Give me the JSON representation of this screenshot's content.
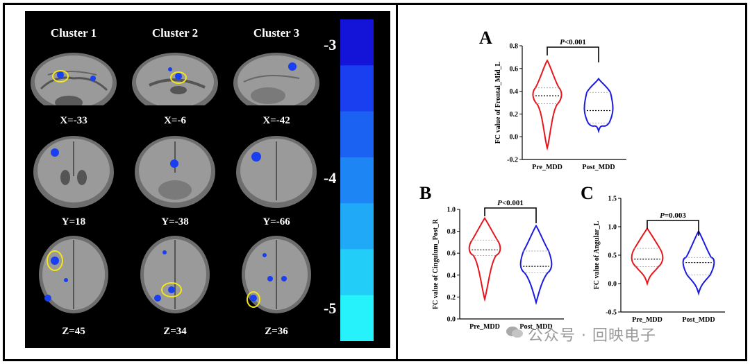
{
  "left_panel": {
    "clusters": [
      "Cluster 1",
      "Cluster 2",
      "Cluster 3"
    ],
    "coords_row1": [
      "X=-33",
      "X=-6",
      "X=-42"
    ],
    "coords_row2": [
      "Y=18",
      "Y=-38",
      "Y=-66"
    ],
    "coords_row3": [
      "Z=45",
      "Z=34",
      "Z=36"
    ],
    "colorbar_labels": [
      "-3",
      "-4",
      "-5"
    ],
    "colorbar_colors": [
      "#1414d8",
      "#1a3ff0",
      "#1c62f2",
      "#1e86f4",
      "#20a9f6",
      "#22cdf8",
      "#26f2fb"
    ]
  },
  "chart_data": [
    {
      "type": "violin",
      "panel": "A",
      "categories": [
        "Pre_MDD",
        "Post_MDD"
      ],
      "ylabel": "FC value of Frontal_Mid_L",
      "ylim": [
        -0.2,
        0.8
      ],
      "yticks": [
        "0.8",
        "0.6",
        "0.4",
        "0.2",
        "0.0",
        "-0.2"
      ],
      "significance": "P<0.001",
      "series": [
        {
          "category": "Pre_MDD",
          "color": "#e8141c",
          "min": -0.1,
          "q1": 0.29,
          "median": 0.36,
          "q3": 0.43,
          "max": 0.67
        },
        {
          "category": "Post_MDD",
          "color": "#1a1ae0",
          "min": 0.05,
          "q1": 0.12,
          "median": 0.23,
          "q3": 0.39,
          "max": 0.51
        }
      ]
    },
    {
      "type": "violin",
      "panel": "B",
      "categories": [
        "Pre_MDD",
        "Post_MDD"
      ],
      "ylabel": "FC value of Cingulum_Post_R",
      "ylim": [
        0.0,
        1.0
      ],
      "yticks": [
        "1.0",
        "0.8",
        "0.6",
        "0.4",
        "0.2",
        "0.0"
      ],
      "significance": "P<0.001",
      "series": [
        {
          "category": "Pre_MDD",
          "color": "#e8141c",
          "min": 0.18,
          "q1": 0.58,
          "median": 0.63,
          "q3": 0.72,
          "max": 0.92
        },
        {
          "category": "Post_MDD",
          "color": "#1a1ae0",
          "min": 0.15,
          "q1": 0.42,
          "median": 0.48,
          "q3": 0.62,
          "max": 0.85
        }
      ]
    },
    {
      "type": "violin",
      "panel": "C",
      "categories": [
        "Pre_MDD",
        "Post_MDD"
      ],
      "ylabel": "FC value of Angular_L",
      "ylim": [
        -0.5,
        1.5
      ],
      "yticks": [
        "1.5",
        "1.0",
        "0.5",
        "0.0",
        "-0.5"
      ],
      "significance": "P=0.003",
      "series": [
        {
          "category": "Pre_MDD",
          "color": "#e8141c",
          "min": 0.0,
          "q1": 0.3,
          "median": 0.43,
          "q3": 0.62,
          "max": 0.97
        },
        {
          "category": "Post_MDD",
          "color": "#1a1ae0",
          "min": -0.17,
          "q1": 0.15,
          "median": 0.37,
          "q3": 0.46,
          "max": 0.92
        }
      ]
    }
  ],
  "watermark": "公众号 · 回映电子"
}
